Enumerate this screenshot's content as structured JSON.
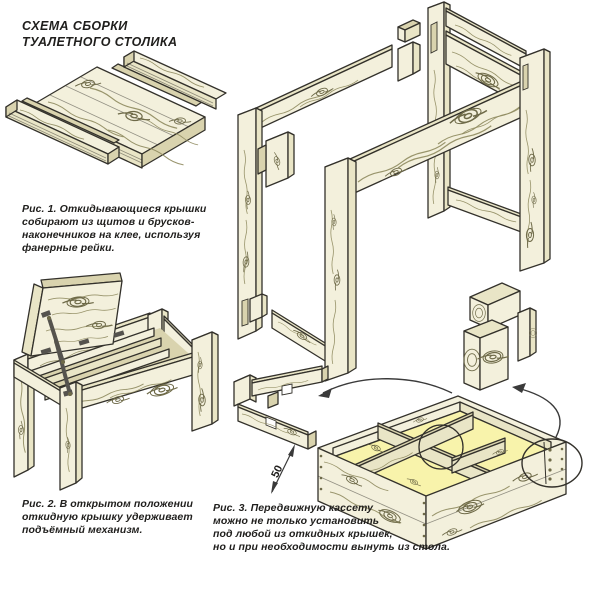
{
  "title": "СХЕМА СБОРКИ\nТУАЛЕТНОГО СТОЛИКА",
  "figures": {
    "fig1": {
      "caption": "Рис. 1. Откидывающиеся крышки\nсобирают из щитов и брусков-\nнаконечников на клее, используя\nфанерные рейки."
    },
    "fig2": {
      "caption": "Рис. 2. В открытом положении\nоткидную крышку удерживает\nподъёмный механизм."
    },
    "fig3": {
      "caption": "Рис. 3. Передвижную кассету\nможно не только установить\nпод любой из откидных крышек,\nно и при необходимости вынуть из стола."
    },
    "dimension_label": "50"
  },
  "colors": {
    "wood_light": "#f3f0dc",
    "wood_mid": "#e9e5c6",
    "wood_shade": "#d9d3ae",
    "interior_yellow": "#f8f3ab",
    "grain": "#8e8a5e",
    "grain_dark": "#6e6a48",
    "outline": "#33312b",
    "text_ink": "#1f1e1c",
    "mechanism": "#55534e",
    "arrow": "#3a3a3a"
  }
}
